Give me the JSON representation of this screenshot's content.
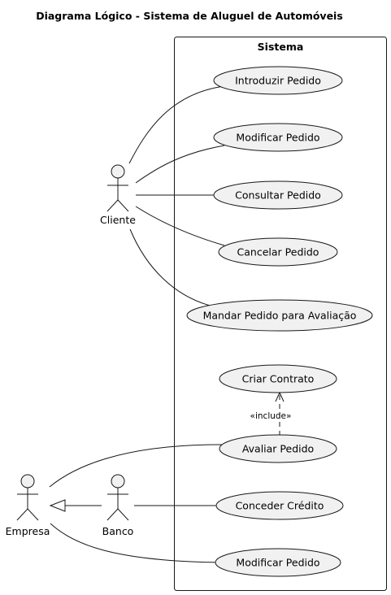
{
  "title": "Diagrama Lógico - Sistema de Aluguel de Automóveis",
  "system": {
    "label": "Sistema"
  },
  "actors": {
    "cliente": "Cliente",
    "empresa": "Empresa",
    "banco": "Banco"
  },
  "use_cases": {
    "introduzir_pedido": "Introduzir Pedido",
    "modificar_pedido_cliente": "Modificar Pedido",
    "consultar_pedido": "Consultar Pedido",
    "cancelar_pedido": "Cancelar Pedido",
    "mandar_pedido_avaliacao": "Mandar Pedido para Avaliação",
    "criar_contrato": "Criar Contrato",
    "avaliar_pedido": "Avaliar Pedido",
    "conceder_credito": "Conceder Crédito",
    "modificar_pedido_empresa": "Modificar Pedido"
  },
  "relations": {
    "include_label": "«include»"
  },
  "colors": {
    "usecase_fill": "#f1f1f1",
    "line": "#181818",
    "background": "#ffffff"
  }
}
